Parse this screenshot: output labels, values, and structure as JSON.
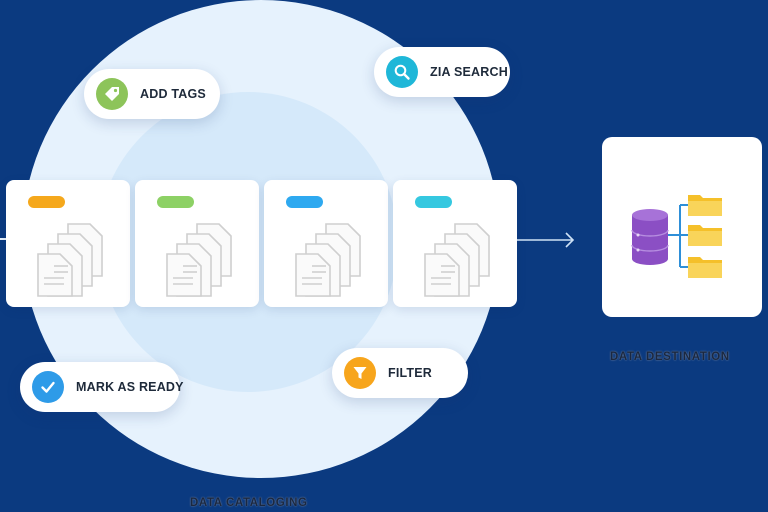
{
  "actions": {
    "add_tags": "ADD TAGS",
    "zia_search": "ZIA SEARCH",
    "mark_as_ready": "MARK AS READY",
    "filter": "FILTER"
  },
  "labels": {
    "data_cataloging": "DATA CATALOGING",
    "data_destination": "DATA DESTINATION"
  },
  "cards": [
    {
      "tag_color": "#f5a81c"
    },
    {
      "tag_color": "#8dd165"
    },
    {
      "tag_color": "#2ea9f0"
    },
    {
      "tag_color": "#35c8e0"
    }
  ],
  "colors": {
    "background": "#0b3a80",
    "circle": "#e6f2fd",
    "tags_icon": "#8dc45a",
    "search_icon": "#1fb7d8",
    "ready_icon": "#2e9be8",
    "filter_icon": "#f7a51c",
    "database": "#9153c9",
    "folder": "#f5c02a",
    "connector": "#2e8fd8"
  },
  "icons": {
    "add_tags": "tag-icon",
    "zia_search": "search-icon",
    "mark_as_ready": "check-icon",
    "filter": "filter-icon",
    "destination": "database-icon"
  }
}
